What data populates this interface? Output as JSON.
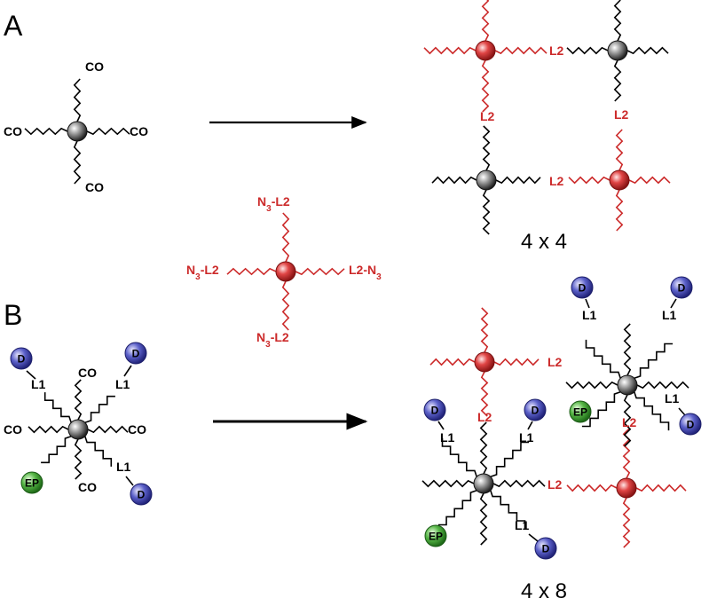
{
  "colors": {
    "black": "#000000",
    "red": "#cc2a2a",
    "core_gray": "#7a7a7a",
    "core_red": "#e04545",
    "drug_blue": "#4a4fb8",
    "ep_green": "#4fae3c"
  },
  "panel_a": {
    "label": "A",
    "caption": "4 x 4",
    "end_group": "CO",
    "linker": "L2"
  },
  "panel_b": {
    "label": "B",
    "caption": "4 x 8",
    "end_group": "CO",
    "linker_l1": "L1",
    "linker_l2": "L2",
    "drug": "D",
    "ep": "EP"
  },
  "crosslinker": {
    "top": "N3-L2",
    "left": "N3-L2",
    "right": "L2-N3",
    "bottom": "N3-L2"
  }
}
